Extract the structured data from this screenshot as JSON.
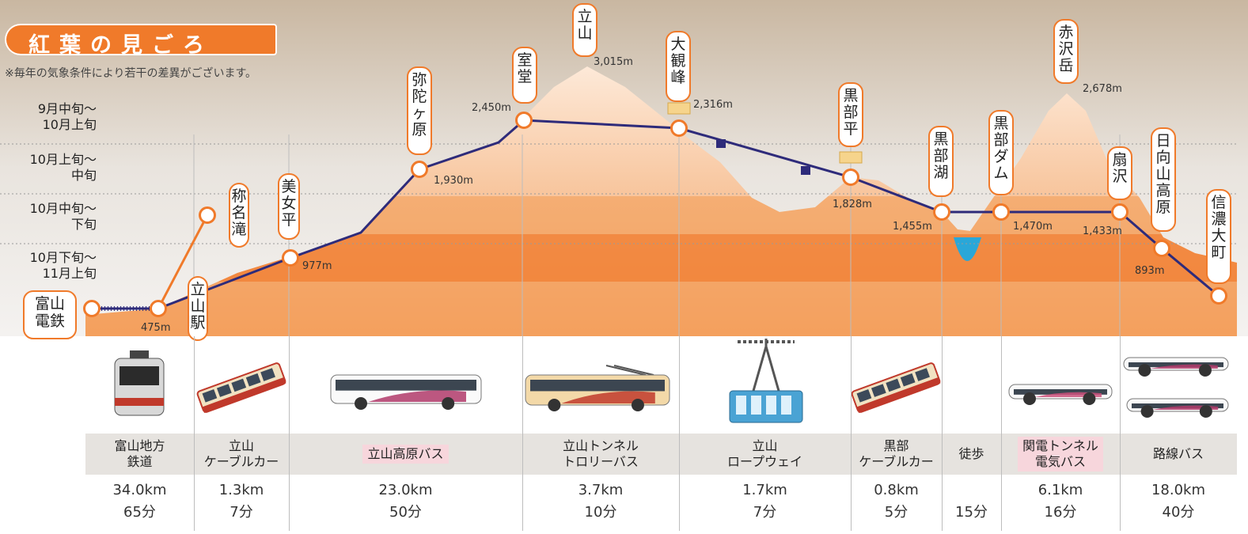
{
  "title": "紅葉の見ごろ",
  "note": "※毎年の気象条件により若干の差異がございます。",
  "seasons": [
    {
      "line1": "9月中旬～",
      "line2": "10月上旬"
    },
    {
      "line1": "10月上旬～",
      "line2": "中旬"
    },
    {
      "line1": "10月中旬～",
      "line2": "下旬"
    },
    {
      "line1": "10月下旬～",
      "line2": "11月上旬"
    }
  ],
  "stations": [
    {
      "name": "富山\n電鉄",
      "alt": ""
    },
    {
      "name": "立山駅",
      "alt": "475m"
    },
    {
      "name": "称名滝",
      "alt": ""
    },
    {
      "name": "美女平",
      "alt": "977m"
    },
    {
      "name": "弥陀ヶ原",
      "alt": "1,930m"
    },
    {
      "name": "室堂",
      "alt": "2,450m"
    },
    {
      "name": "立山",
      "alt": "3,015m"
    },
    {
      "name": "大観峰",
      "alt": "2,316m"
    },
    {
      "name": "黒部平",
      "alt": "1,828m"
    },
    {
      "name": "黒部湖",
      "alt": "1,455m"
    },
    {
      "name": "黒部ダム",
      "alt": "1,470m"
    },
    {
      "name": "赤沢岳",
      "alt": "2,678m"
    },
    {
      "name": "扇沢",
      "alt": "1,433m"
    },
    {
      "name": "日向山高原",
      "alt": "893m"
    },
    {
      "name": "信濃大町",
      "alt": ""
    }
  ],
  "modes": [
    {
      "name": "富山地方\n鉄道",
      "km": "34.0km",
      "min": "65分",
      "icon": "train-icon",
      "highlight": false
    },
    {
      "name": "立山\nケーブルカー",
      "km": "1.3km",
      "min": "7分",
      "icon": "cable-car-icon",
      "highlight": false
    },
    {
      "name": "立山高原バス",
      "km": "23.0km",
      "min": "50分",
      "icon": "bus-icon",
      "highlight": true
    },
    {
      "name": "立山トンネル\nトロリーバス",
      "km": "3.7km",
      "min": "10分",
      "icon": "trolleybus-icon",
      "highlight": false
    },
    {
      "name": "立山\nロープウェイ",
      "km": "1.7km",
      "min": "7分",
      "icon": "ropeway-icon",
      "highlight": false
    },
    {
      "name": "黒部\nケーブルカー",
      "km": "0.8km",
      "min": "5分",
      "icon": "cable-car-icon",
      "highlight": false
    },
    {
      "name": "徒歩",
      "km": "",
      "min": "15分",
      "icon": "",
      "highlight": false
    },
    {
      "name": "関電トンネル\n電気バス",
      "km": "6.1km",
      "min": "16分",
      "icon": "electric-bus-icon",
      "highlight": true
    },
    {
      "name": "路線バス",
      "km": "18.0km",
      "min": "40分",
      "icon": "express-bus-icon",
      "highlight": false
    }
  ],
  "colors": {
    "orange": "#f07a2a",
    "band": "#f7b27a",
    "route": "#2e2b7a",
    "lake": "#2aa7d8"
  }
}
